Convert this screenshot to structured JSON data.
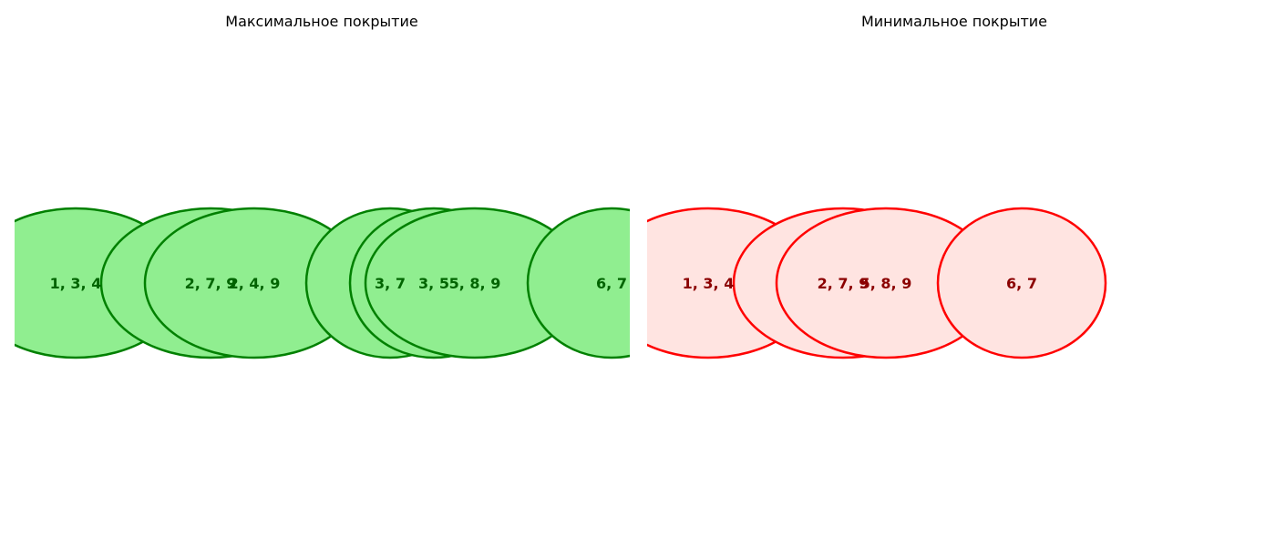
{
  "panels": [
    {
      "title": "Максимальное покрытие",
      "colors": {
        "fill": "#90ee90",
        "stroke": "#008000",
        "text": "#006400"
      },
      "sets": [
        {
          "label": "1, 3, 4"
        },
        {
          "label": "2, 7, 9"
        },
        {
          "label": "2, 4, 9"
        },
        {
          "label": "3, 7"
        },
        {
          "label": "3, 5"
        },
        {
          "label": "5, 8, 9"
        },
        {
          "label": "6, 7"
        }
      ]
    },
    {
      "title": "Минимальное покрытие",
      "colors": {
        "fill": "#ffe4e1",
        "stroke": "#ff0000",
        "text": "#8b0000"
      },
      "sets": [
        {
          "label": "1, 3, 4"
        },
        {
          "label": "2, 7, 9"
        },
        {
          "label": "5, 8, 9"
        },
        {
          "label": "6, 7"
        }
      ]
    }
  ]
}
